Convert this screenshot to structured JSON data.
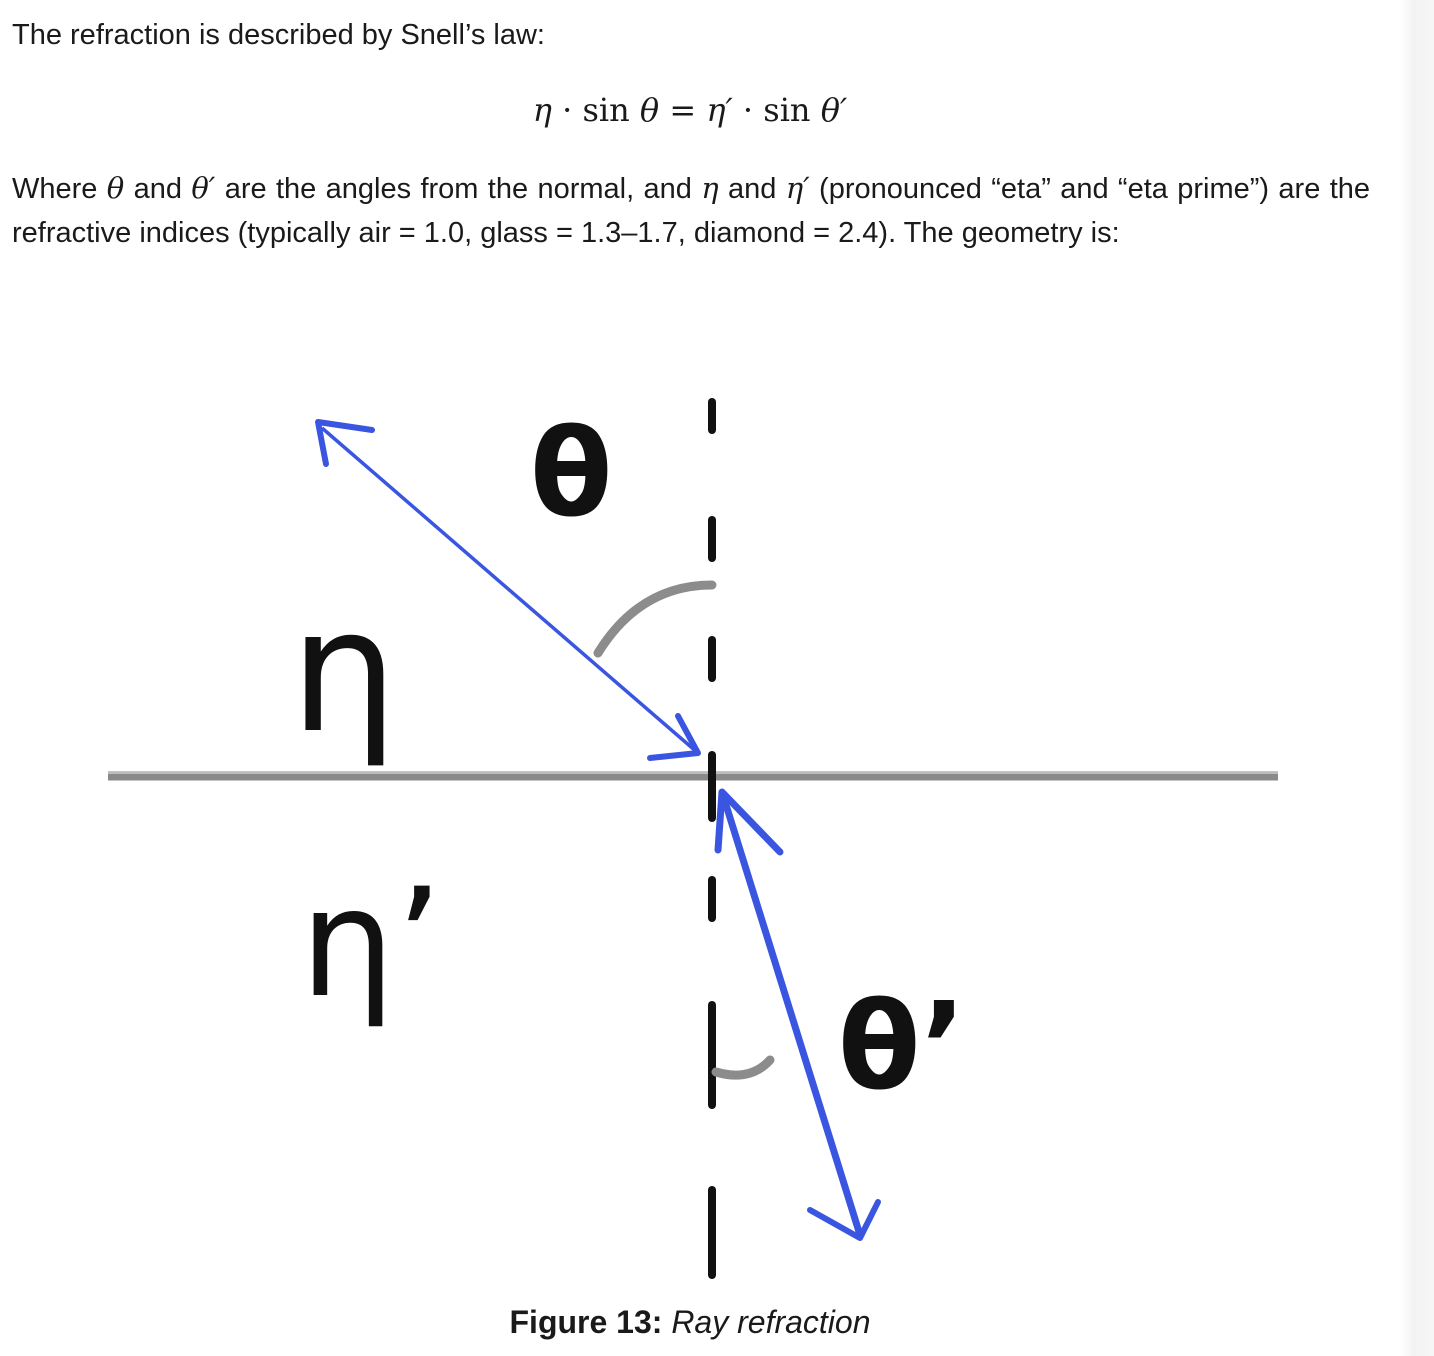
{
  "intro_text": "The refraction is described by Snell’s law:",
  "equation": {
    "eta": "η",
    "dot": " · ",
    "sin": "sin ",
    "theta": "θ",
    "equals": " = ",
    "eta_prime": "η′",
    "theta_prime": "θ′"
  },
  "paragraph": {
    "p1": "Where ",
    "theta": "θ",
    "p2": " and ",
    "theta_prime": "θ′",
    "p3": " are the angles from the normal, and ",
    "eta": "η",
    "p4": " and ",
    "eta_prime": "η′",
    "p5": " (pronounced “eta” and “eta prime”) are the refractive indices (typically air = 1.0, glass = 1.3–1.7, diamond = 2.4). The geometry is:"
  },
  "figure": {
    "label_eta": "η",
    "label_eta_prime": "η’",
    "label_theta": "θ",
    "label_theta_prime": "θ’",
    "ray_color": "#3a55e0",
    "ink_color": "#111111",
    "surface_color": "#8a8a8a"
  },
  "caption": {
    "label": "Figure 13:",
    "text": "Ray refraction"
  }
}
